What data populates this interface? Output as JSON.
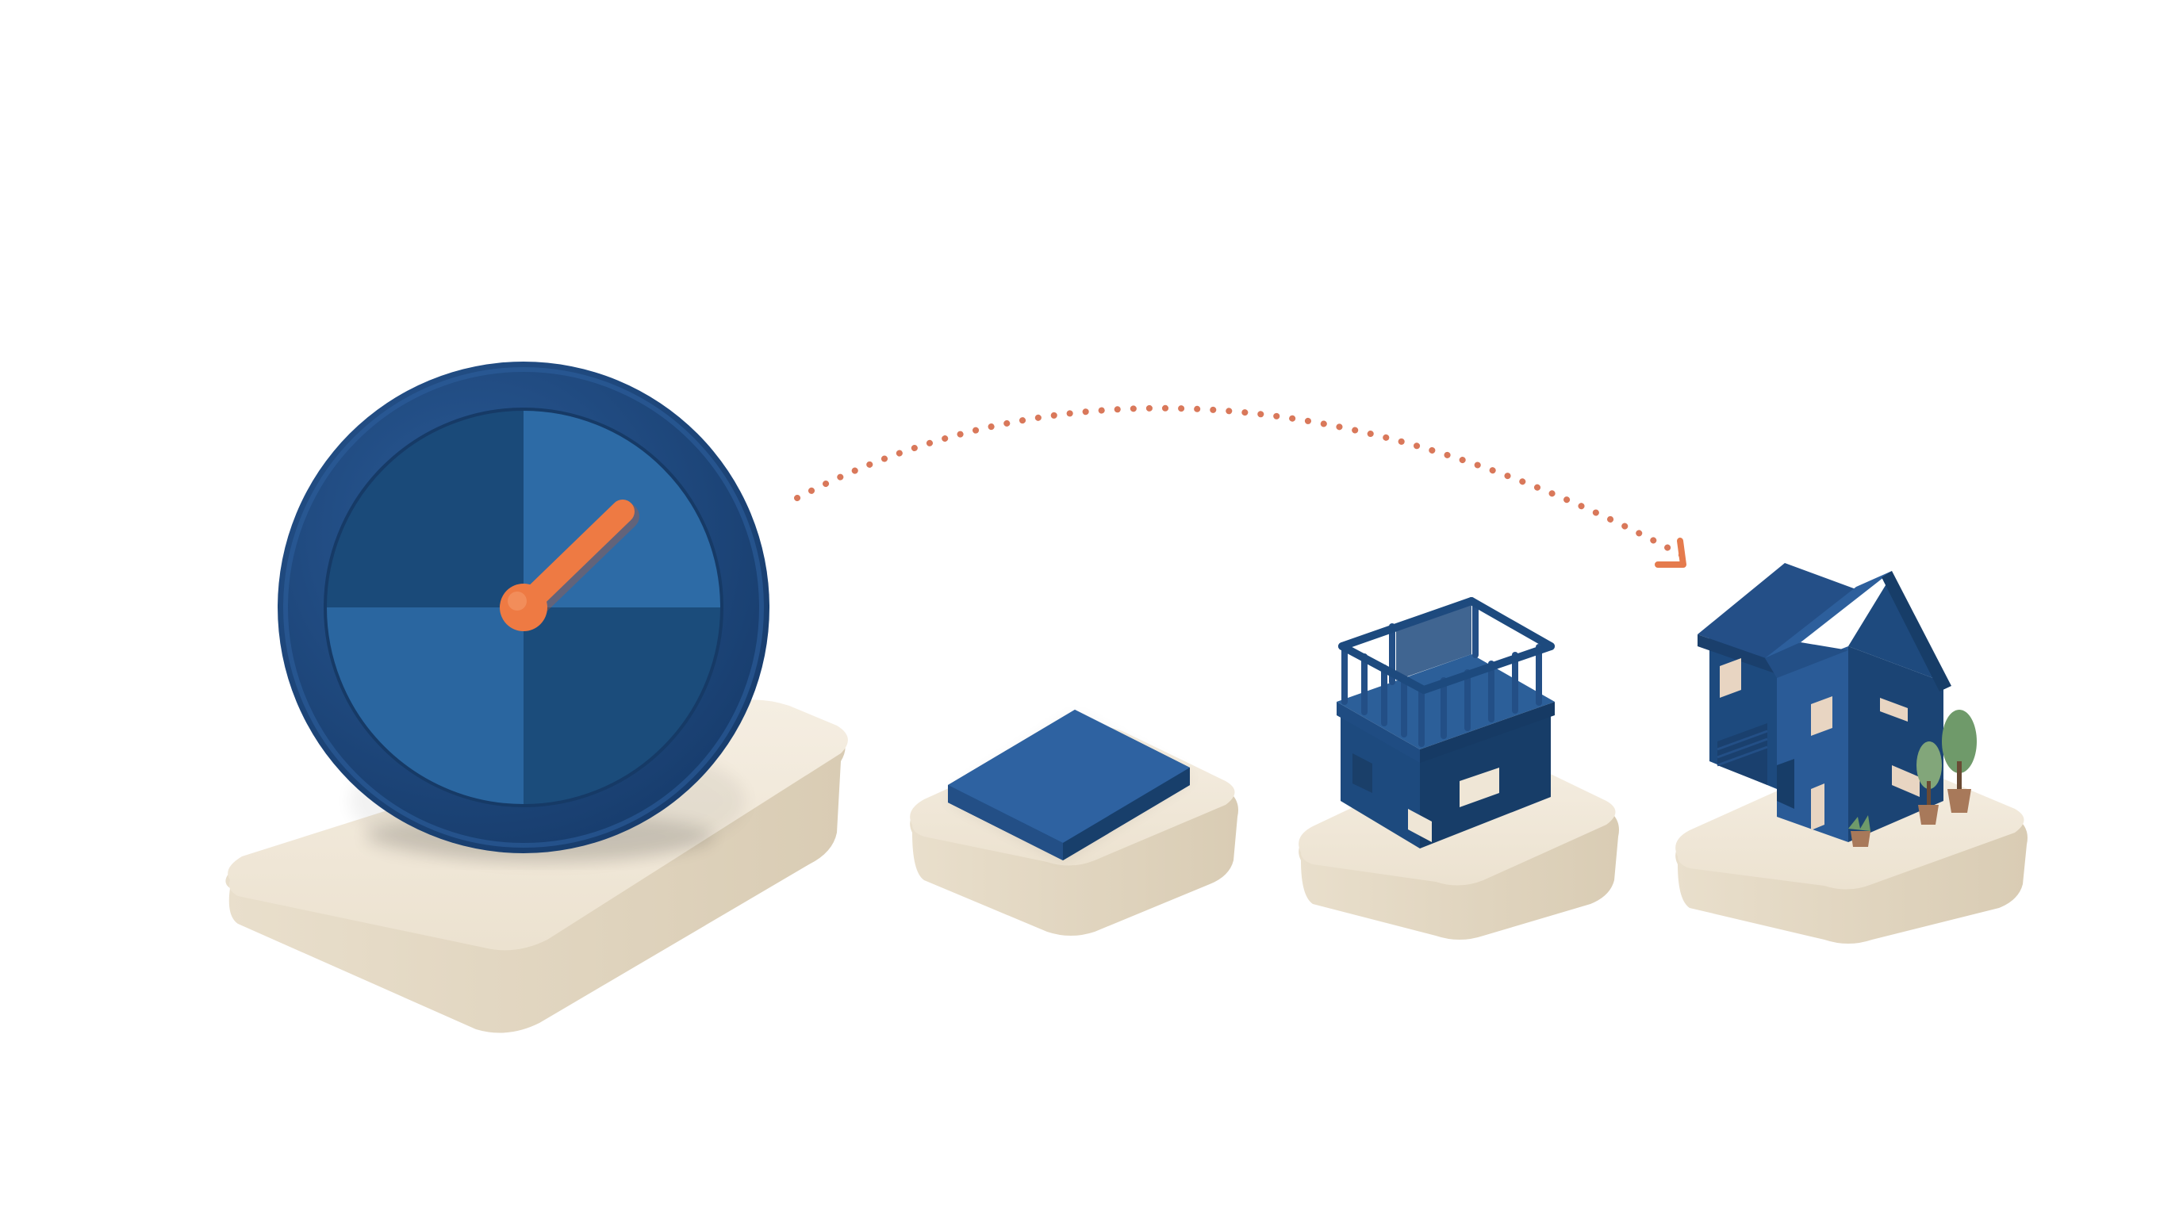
{
  "illustration": {
    "kind": "isometric construction timeline",
    "stages": [
      {
        "id": "clock",
        "icon": "clock-icon"
      },
      {
        "id": "foundation",
        "icon": "foundation-slab-icon"
      },
      {
        "id": "framing",
        "icon": "house-frame-icon"
      },
      {
        "id": "house",
        "icon": "finished-house-icon"
      }
    ],
    "clock": {
      "hand_minute_fraction": 0.125
    },
    "palette": {
      "navy": "#1e4a82",
      "navy_dark": "#16365f",
      "blue_mid": "#2a6aa5",
      "blue_deep": "#1a4a76",
      "orange": "#ee7a43",
      "base_cream": "#efe6d6",
      "base_shadow": "#dcd0bc",
      "window_beige": "#e8d5c2",
      "plant_green": "#6f9a6a",
      "pot_brown": "#a8795a",
      "arrow_dots": "#d9785a"
    }
  }
}
